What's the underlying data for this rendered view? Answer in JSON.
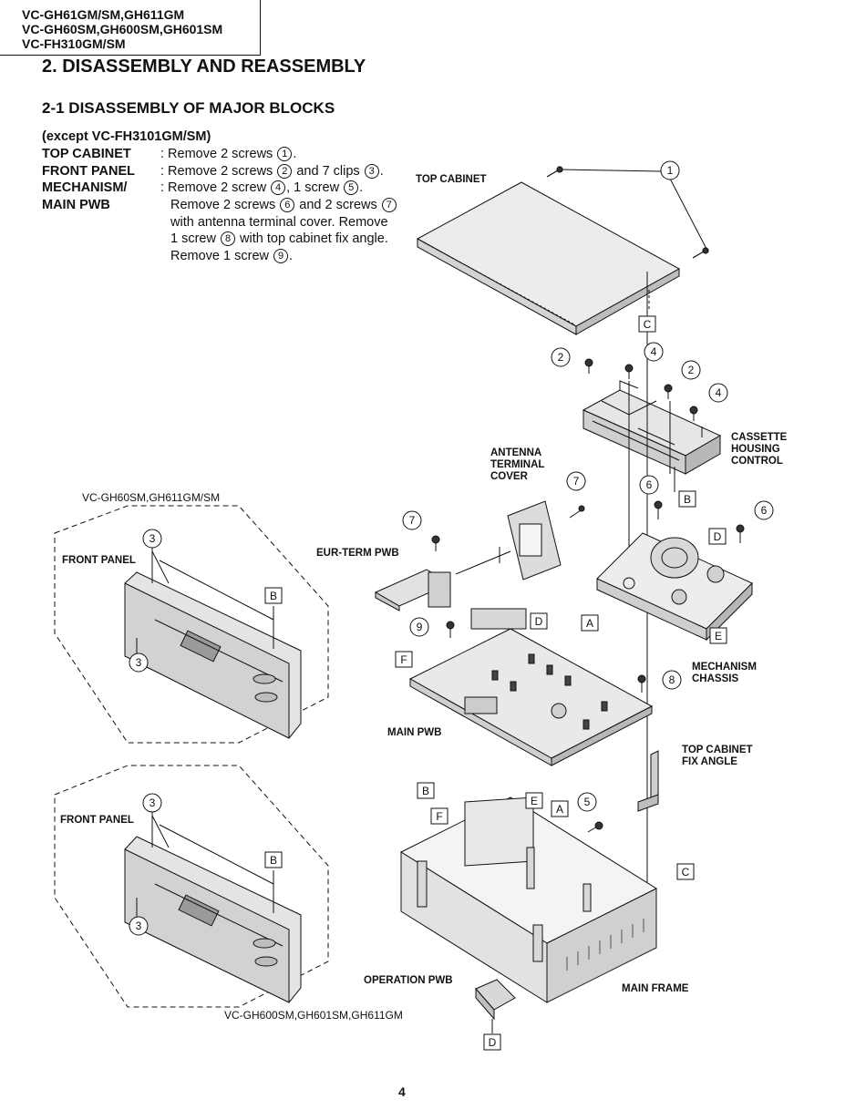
{
  "header": {
    "models": [
      "VC-GH61GM/SM,GH611GM",
      "VC-GH60SM,GH600SM,GH601SM",
      "VC-FH310GM/SM"
    ]
  },
  "title": "2. DISASSEMBLY AND REASSEMBLY",
  "subtitle": "2-1  DISASSEMBLY OF MAJOR BLOCKS",
  "instructions": {
    "except": "(except VC-FH3101GM/SM)",
    "top_cabinet_label": "TOP CABINET",
    "top_cabinet_text_a": ": Remove 2 screws",
    "top_cabinet_text_b": ".",
    "front_panel_label": "FRONT PANEL",
    "front_panel_text_a": ": Remove 2 screws",
    "front_panel_text_b": "and 7 clips",
    "front_panel_text_c": ".",
    "mechanism_label": "MECHANISM/",
    "main_pwb_label": "MAIN PWB",
    "mech_line1_a": ": Remove 2 screw",
    "mech_line1_b": ", 1 screw",
    "mech_line1_c": ".",
    "mech_line2_a": "Remove 2 screws",
    "mech_line2_b": "and 2 screws",
    "mech_line3": "with antenna terminal cover. Remove",
    "mech_line4_a": "1 screw",
    "mech_line4_b": "with top cabinet fix angle.",
    "mech_line5_a": "Remove 1 screw",
    "mech_line5_b": "."
  },
  "circled_numbers": {
    "n1": "1",
    "n2": "2",
    "n3": "3",
    "n4": "4",
    "n5": "5",
    "n6": "6",
    "n7": "7",
    "n8": "8",
    "n9": "9"
  },
  "diagram_labels": {
    "top_cabinet": "TOP CABINET",
    "cassette_housing": [
      "CASSETTE",
      "HOUSING",
      "CONTROL"
    ],
    "antenna_cover": [
      "ANTENNA",
      "TERMINAL",
      "COVER"
    ],
    "eur_term": "EUR-TERM PWB",
    "mechanism_chassis": [
      "MECHANISM",
      "CHASSIS"
    ],
    "main_pwb": "MAIN PWB",
    "top_cabinet_fix": [
      "TOP CABINET",
      "FIX ANGLE"
    ],
    "operation_pwb": "OPERATION PWB",
    "main_frame": "MAIN FRAME",
    "front_panel_1": "FRONT PANEL",
    "front_panel_2": "FRONT PANEL",
    "variant_1": "VC-GH60SM,GH611GM/SM",
    "variant_2": "VC-GH600SM,GH601SM,GH611GM"
  },
  "callout_letters": {
    "A": "A",
    "B": "B",
    "C": "C",
    "D": "D",
    "E": "E",
    "F": "F"
  },
  "page_number": "4"
}
